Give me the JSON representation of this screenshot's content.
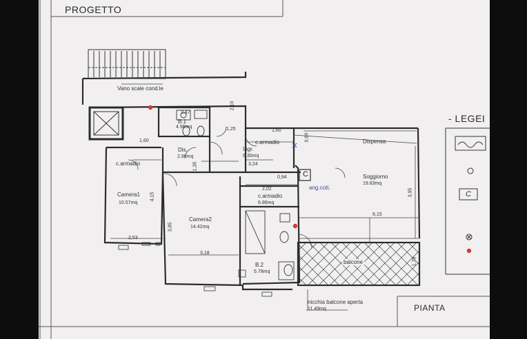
{
  "header": {
    "title": "PROGETTO"
  },
  "legend": {
    "title": "- LEGEI",
    "c_symbol": "C"
  },
  "footer": {
    "plan_label": "PIANTA"
  },
  "rooms": {
    "vano_scale": {
      "name": "Vano scale cond.le"
    },
    "b1": {
      "name": "B.1",
      "area": "4.96mq"
    },
    "dis": {
      "name": "Dis.",
      "area": "2.90mq"
    },
    "ingr": {
      "name": "Ingr.",
      "area": "6.30mq"
    },
    "c_armadio_top": {
      "name": "c.armadio"
    },
    "c_armadio_left": {
      "name": "c.armadio"
    },
    "c_armadio_mid": {
      "name": "c.armadio",
      "area": "6.86mq"
    },
    "dispensa": {
      "name": "Dispensa"
    },
    "soggiorno": {
      "name": "Soggiorno",
      "area": "19.83mq"
    },
    "ang_cott": {
      "name": "ang.cott.",
      "symbol": "C"
    },
    "camera1": {
      "name": "Camera1",
      "area": "10.57mq"
    },
    "camera2": {
      "name": "Camera2",
      "area": "14.42mq"
    },
    "b2": {
      "name": "B.2",
      "area": "5.78mq"
    },
    "balcone": {
      "name": "balcone"
    },
    "nicchia": {
      "name": "nicchia balcone aperta",
      "area": "11.49mq"
    }
  },
  "dimensions": {
    "d_2_47": "2,47",
    "d_1_60a": "1,60",
    "d_1_60b": "1,60",
    "d_1_25": "1,25",
    "d_0_60": "0,60",
    "d_3_24": "3,24",
    "d_2_02": "2,02",
    "d_0_94": "0,94",
    "d_6_15": "6,15",
    "d_2_53": "2,53",
    "d_3_18": "3,18",
    "d_4_15": "4,15",
    "d_3_85": "3,85",
    "d_3_95": "3,95",
    "d_1_79": "1,79",
    "d_1_35": "1,35",
    "d_2_10": "2,10"
  }
}
